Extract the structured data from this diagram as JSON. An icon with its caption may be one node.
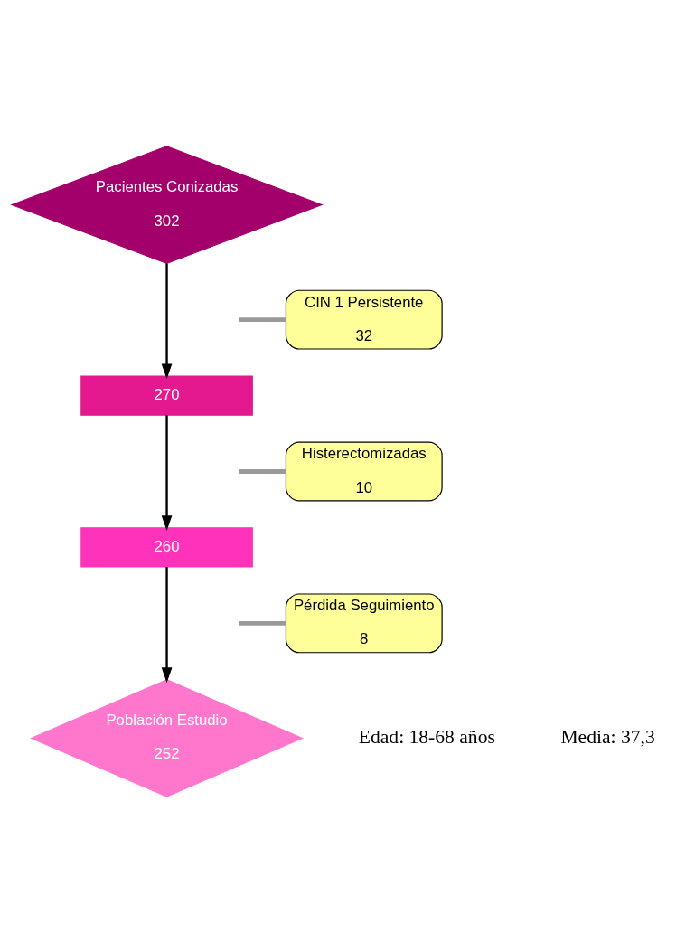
{
  "diagram": {
    "nodes": [
      {
        "text": [
          "Pacientes Conizadas",
          "302"
        ]
      },
      {
        "text": [
          "270"
        ]
      },
      {
        "text": [
          "260"
        ]
      },
      {
        "text": [
          "Población Estudio",
          "252"
        ]
      },
      {
        "text": [
          "CIN 1 Persistente",
          "32"
        ]
      },
      {
        "text": [
          "Histerectomizadas",
          "10"
        ]
      },
      {
        "text": [
          "Pérdida Seguimiento",
          "8"
        ]
      }
    ],
    "edges": [
      {
        "from": 0,
        "to": 1,
        "arrow": "to"
      },
      {
        "from": 4,
        "to": null,
        "arrow": "none",
        "color": "#999999",
        "style": "thick"
      },
      {
        "from": 1,
        "to": 2,
        "arrow": "to"
      },
      {
        "from": 5,
        "to": null,
        "arrow": "none",
        "color": "#999999",
        "style": "thick"
      },
      {
        "from": 2,
        "to": 3,
        "arrow": "to"
      },
      {
        "from": 6,
        "to": null,
        "arrow": "none",
        "color": "#999999",
        "style": "thick"
      }
    ],
    "labels": [
      "Edad: 18-68 años",
      "Media: 37,3"
    ]
  }
}
